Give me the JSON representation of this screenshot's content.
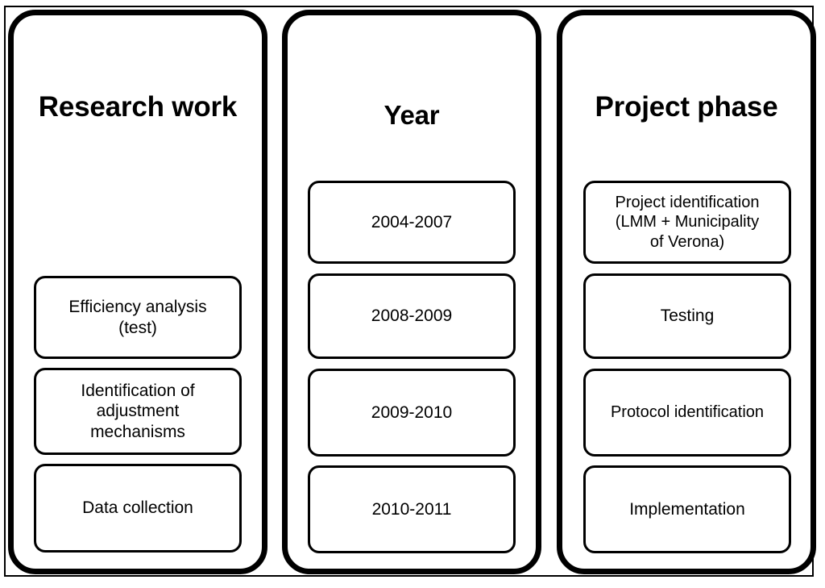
{
  "diagram": {
    "title": "Research work / Year / Project phase timeline",
    "colors": {
      "stroke": "#000000",
      "background": "#ffffff",
      "text": "#000000"
    },
    "columns": [
      {
        "id": "research-work",
        "header": "Research work",
        "items": [
          "Efficiency analysis\n(test)",
          "Identification of\nadjustment\nmechanisms",
          "Data collection"
        ]
      },
      {
        "id": "year",
        "header": "Year",
        "items": [
          "2004-2007",
          "2008-2009",
          "2009-2010",
          "2010-2011"
        ]
      },
      {
        "id": "project-phase",
        "header": "Project phase",
        "items": [
          "Project identification\n(LMM + Municipality\nof Verona)",
          "Testing",
          "Protocol identification",
          "Implementation"
        ]
      }
    ]
  }
}
